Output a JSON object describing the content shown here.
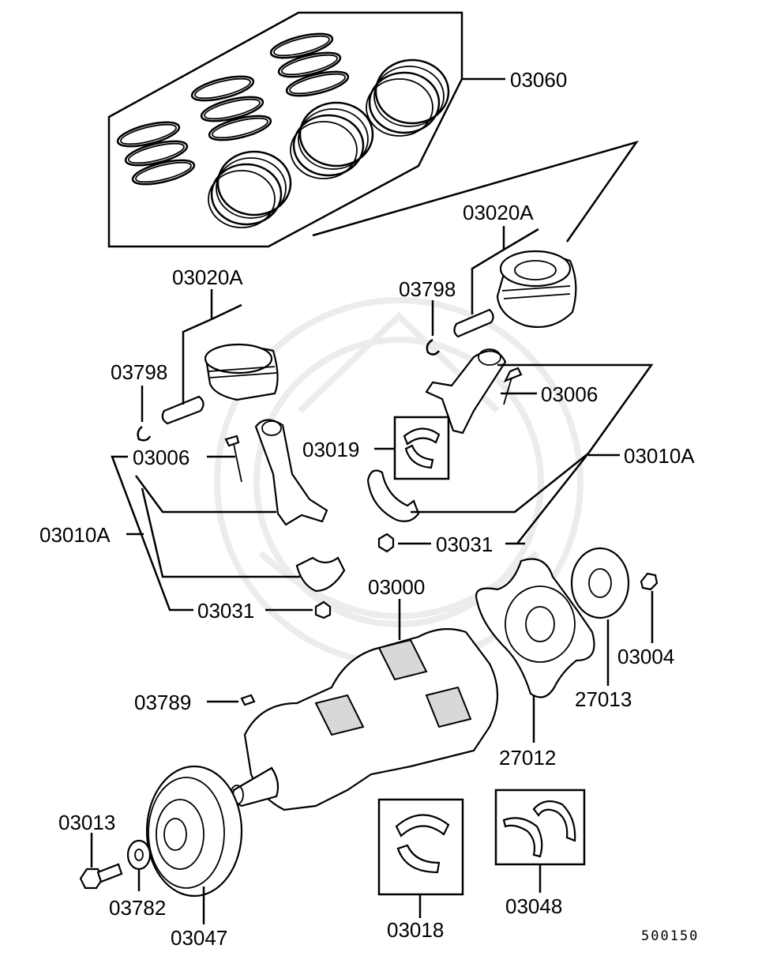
{
  "diagram_code": "500150",
  "labels": {
    "piston_ring_set": "03060",
    "piston_right": "03020A",
    "piston_left": "03020A",
    "snap_ring_right": "03798",
    "snap_ring_left": "03798",
    "rod_bolt_right": "03006",
    "rod_bolt_left": "03006",
    "rod_bearing": "03019",
    "conrod_assy_right": "03010A",
    "conrod_assy_left": "03010A",
    "rod_nut_right": "03031",
    "rod_nut_left": "03031",
    "crankshaft": "03000",
    "crank_bolt": "03004",
    "drive_plate": "27013",
    "flex_plate": "27012",
    "woodruff_key": "03789",
    "pulley_bolt": "03013",
    "washer": "03782",
    "damper_pulley": "03047",
    "main_bearing": "03018",
    "thrust_bearing": "03048"
  }
}
